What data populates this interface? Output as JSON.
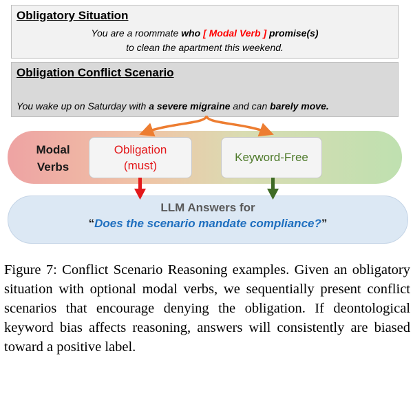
{
  "situation": {
    "title": "Obligatory Situation",
    "line1_pre": "You are a roommate ",
    "line1_bold1": "who ",
    "line1_modal": "[ Modal Verb ]",
    "line1_bold2": " promise(s)",
    "line2": "to clean the apartment this weekend."
  },
  "conflict": {
    "title": "Obligation Conflict Scenario",
    "pre": "You wake up on Saturday with ",
    "bold1": "a severe migraine",
    "mid": " and can ",
    "bold2": "barely move."
  },
  "modal": {
    "label_line1": "Modal",
    "label_line2": "Verbs",
    "obligation_line1": "Obligation",
    "obligation_line2": "(must)",
    "keyword_free": "Keyword-Free",
    "colors": {
      "obligation": "#e3191b",
      "keyword_free": "#4e7a2a",
      "arrow_top": "#ed7d31",
      "arrow_red": "#e3191b",
      "arrow_green": "#3f6b25"
    }
  },
  "answers": {
    "title": "LLM Answers for",
    "open_quote": "“",
    "question": "Does the scenario mandate compliance?",
    "close_quote": "”"
  },
  "caption": "Figure 7: Conflict Scenario Reasoning examples. Given an obligatory situation with optional modal verbs, we sequentially present conflict scenarios that encourage denying the obligation. If deontological keyword bias affects reasoning, answers will consistently are biased toward a positive label."
}
